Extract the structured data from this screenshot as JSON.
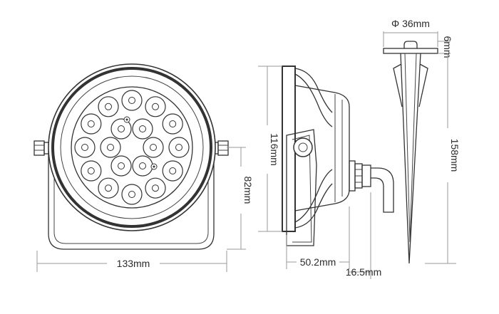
{
  "dimensions": {
    "width_front": "133mm",
    "height_front": "82mm",
    "height_side": "116mm",
    "depth_side": "50.2mm",
    "gland_side": "16.5mm",
    "spike_diameter": "Φ 36mm",
    "spike_top": "6mm",
    "spike_height": "158mm"
  },
  "colors": {
    "line": "#333333",
    "extension": "#9a9a9a",
    "background": "#ffffff"
  }
}
